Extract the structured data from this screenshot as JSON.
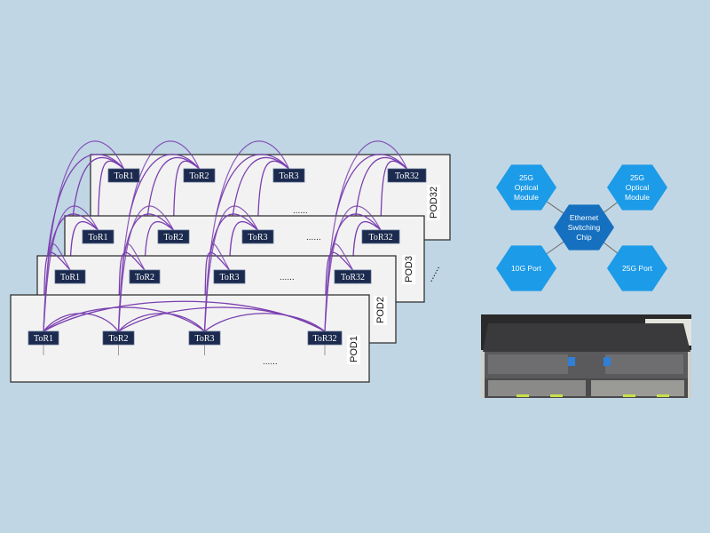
{
  "pods": [
    {
      "label": "POD32",
      "tors": [
        "ToR1",
        "ToR2",
        "ToR3",
        "ToR32"
      ],
      "ellipsis": "......"
    },
    {
      "label": "POD3",
      "tors": [
        "ToR1",
        "ToR2",
        "ToR3",
        "ToR32"
      ],
      "ellipsis": "......"
    },
    {
      "label": "POD2",
      "tors": [
        "ToR1",
        "ToR2",
        "ToR3",
        "ToR32"
      ],
      "ellipsis": "......"
    },
    {
      "label": "POD1",
      "tors": [
        "ToR1",
        "ToR2",
        "ToR3",
        "ToR32"
      ],
      "ellipsis": "......"
    }
  ],
  "pod_stack_ellipsis": "......",
  "switch_diagram": {
    "center": {
      "label": [
        "Ethernet",
        "Switching",
        "Chip"
      ]
    },
    "nodes": [
      {
        "id": "tl",
        "label": [
          "25G",
          "Optical",
          "Module"
        ]
      },
      {
        "id": "tr",
        "label": [
          "25G",
          "Optical",
          "Module"
        ]
      },
      {
        "id": "bl",
        "label": [
          "10G Port"
        ]
      },
      {
        "id": "br",
        "label": [
          "25G Port"
        ]
      }
    ]
  },
  "photo": {
    "alt": "Switch hardware photo"
  },
  "colors": {
    "background": "#c0d6e4",
    "pod_fill": "#f2f2f2",
    "pod_border": "#333333",
    "tor_fill": "#1b2a4e",
    "link": "#7a3fb0",
    "hex_outer": "#1c9be8",
    "hex_center": "#1570c0"
  }
}
